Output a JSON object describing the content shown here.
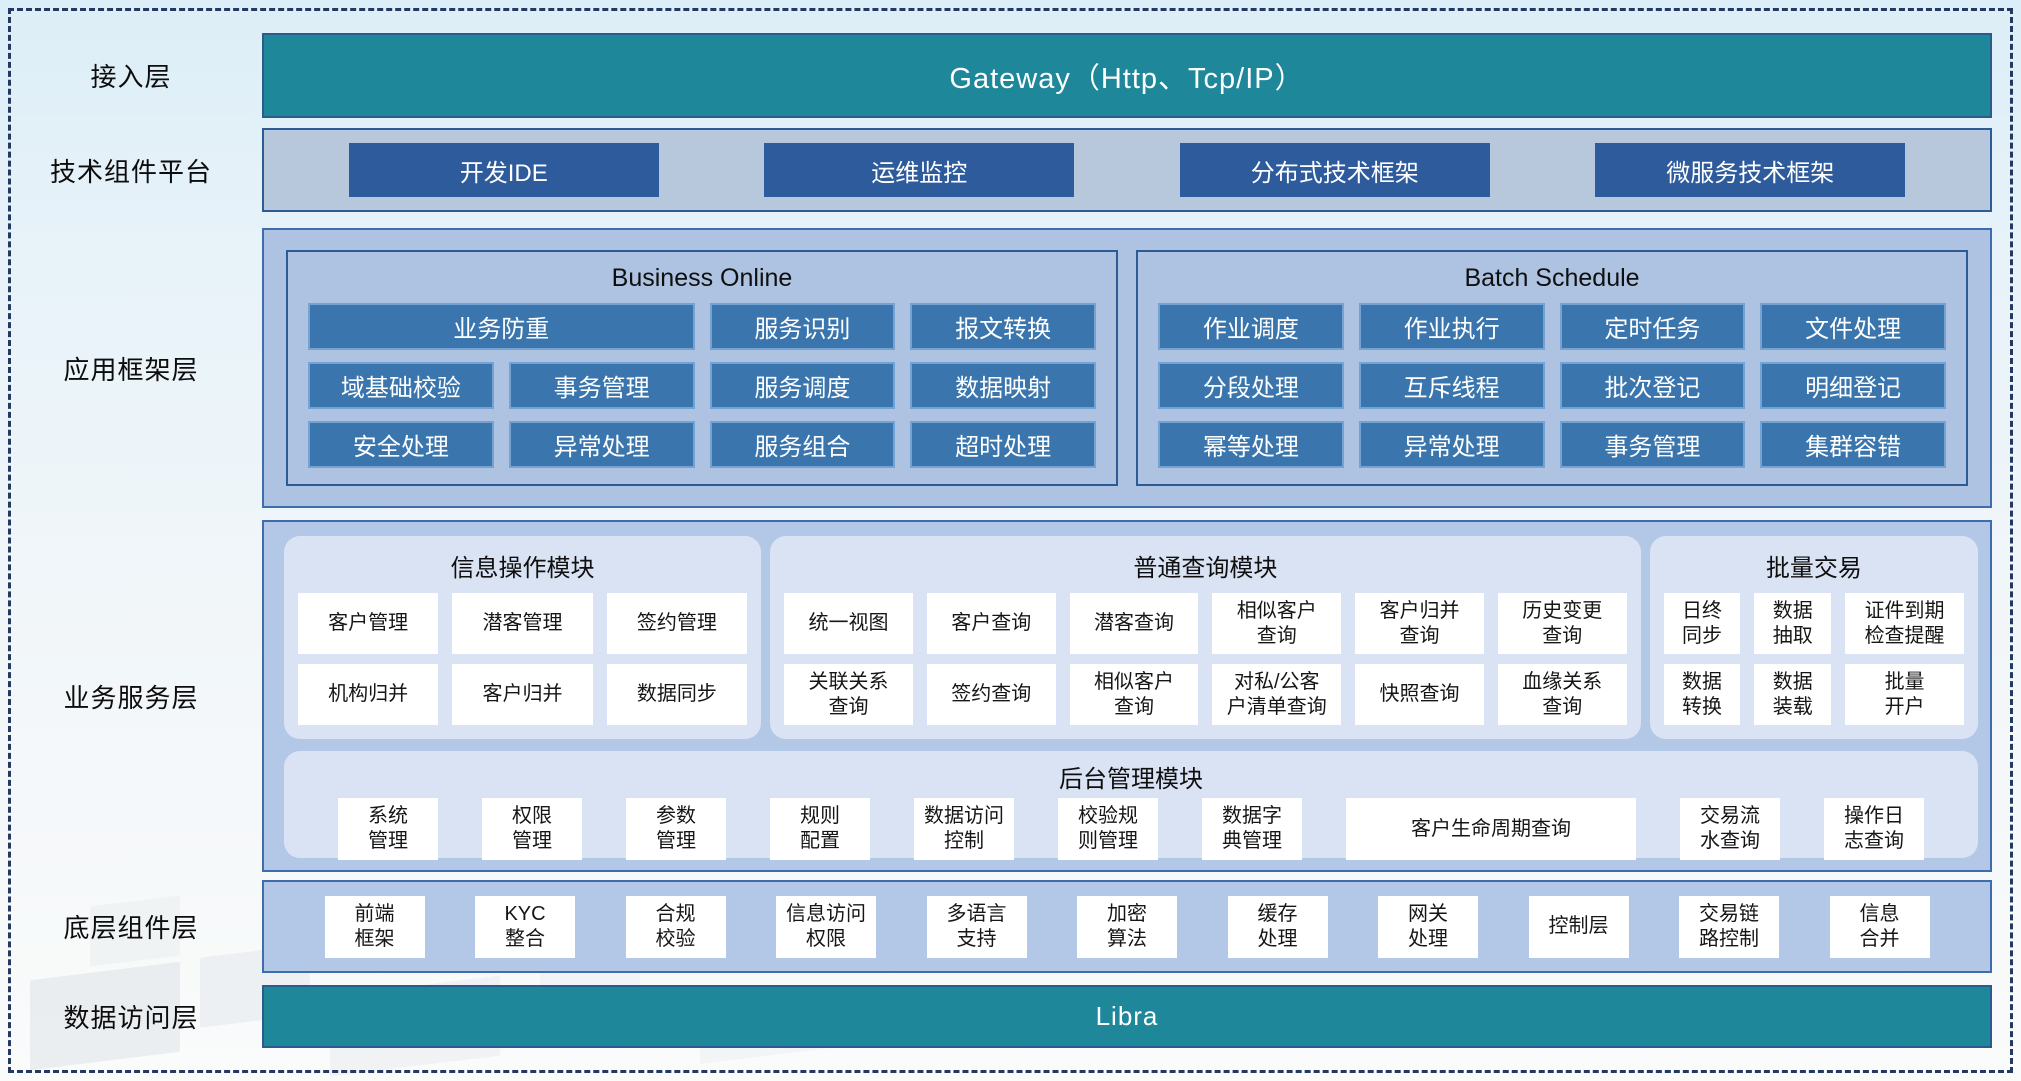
{
  "colors": {
    "teal": "#1e8799",
    "dark_blue": "#2e5b9c",
    "steel_blue": "#3a76ad",
    "container_blue": "#b3c8e6",
    "panel_light": "#dae3f3"
  },
  "layers": {
    "access": {
      "label": "接入层",
      "gateway": "Gateway（Http、Tcp/IP）"
    },
    "tech": {
      "label": "技术组件平台",
      "items": [
        "开发IDE",
        "运维监控",
        "分布式技术框架",
        "微服务技术框架"
      ]
    },
    "framework": {
      "label": "应用框架层",
      "business_online": {
        "title": "Business Online",
        "cells": [
          {
            "label": "业务防重",
            "span": 2
          },
          "服务识别",
          "报文转换",
          "域基础校验",
          "事务管理",
          "服务调度",
          "数据映射",
          "安全处理",
          "异常处理",
          "服务组合",
          "超时处理"
        ]
      },
      "batch_schedule": {
        "title": "Batch Schedule",
        "cells": [
          "作业调度",
          "作业执行",
          "定时任务",
          "文件处理",
          "分段处理",
          "互斥线程",
          "批次登记",
          "明细登记",
          "幂等处理",
          "异常处理",
          "事务管理",
          "集群容错"
        ]
      }
    },
    "services": {
      "label": "业务服务层",
      "info_ops": {
        "title": "信息操作模块",
        "items": [
          "客户管理",
          "潜客管理",
          "签约管理",
          "机构归并",
          "客户归并",
          "数据同步"
        ]
      },
      "common_query": {
        "title": "普通查询模块",
        "items": [
          "统一视图",
          "客户查询",
          "潜客查询",
          "相似客户\n查询",
          "客户归并\n查询",
          "历史变更\n查询",
          "关联关系\n查询",
          "签约查询",
          "相似客户\n查询",
          "对私/公客\n户清单查询",
          "快照查询",
          "血缘关系\n查询"
        ]
      },
      "batch_trade": {
        "title": "批量交易",
        "items": [
          "日终\n同步",
          "数据\n抽取",
          "证件到期\n检查提醒",
          "数据\n转换",
          "数据\n装载",
          "批量\n开户"
        ]
      },
      "admin": {
        "title": "后台管理模块",
        "items": [
          "系统\n管理",
          "权限\n管理",
          "参数\n管理",
          "规则\n配置",
          "数据访问\n控制",
          "校验规\n则管理",
          "数据字\n典管理",
          {
            "label": "客户生命周期查询",
            "wide": true
          },
          "交易流\n水查询",
          "操作日\n志查询"
        ]
      }
    },
    "base": {
      "label": "底层组件层",
      "items": [
        "前端\n框架",
        "KYC\n整合",
        "合规\n校验",
        "信息访问\n权限",
        "多语言\n支持",
        "加密\n算法",
        "缓存\n处理",
        "网关\n处理",
        "控制层",
        "交易链\n路控制",
        "信息\n合并"
      ]
    },
    "data_access": {
      "label": "数据访问层",
      "bar": "Libra"
    }
  }
}
